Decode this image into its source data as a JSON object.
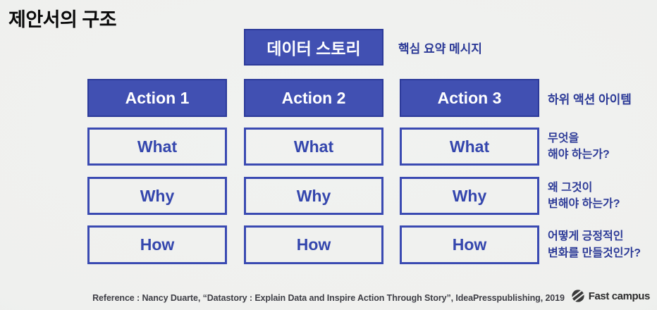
{
  "page": {
    "title": "제안서의 구조",
    "background": "#eff0ee"
  },
  "diagram": {
    "top_box": {
      "label": "데이터 스토리",
      "annotation": "핵심 요약 메시지"
    },
    "action_row": {
      "boxes": [
        "Action 1",
        "Action 2",
        "Action 3"
      ],
      "annotation": "하위 액션 아이템"
    },
    "rows": [
      {
        "label": "What",
        "ann_lines": [
          "무엇을",
          "해야 하는가?"
        ]
      },
      {
        "label": "Why",
        "ann_lines": [
          "왜 그것이",
          "변해야 하는가?"
        ]
      },
      {
        "label": "How",
        "ann_lines": [
          "어떻게 긍정적인",
          "변화를 만들것인가?"
        ]
      }
    ],
    "colors": {
      "box_fill": "#4150b2",
      "box_border": "#2c3a9a",
      "outline_blue": "#3a4ab2",
      "box_text_blue": "#3446ad",
      "annotation_navy": "#2c3a97"
    }
  },
  "footer": {
    "reference": "Reference : Nancy Duarte, “Datastory : Explain Data and Inspire Action Through Story”, IdeaPresspublishing, 2019",
    "logo_text": "Fast campus"
  }
}
